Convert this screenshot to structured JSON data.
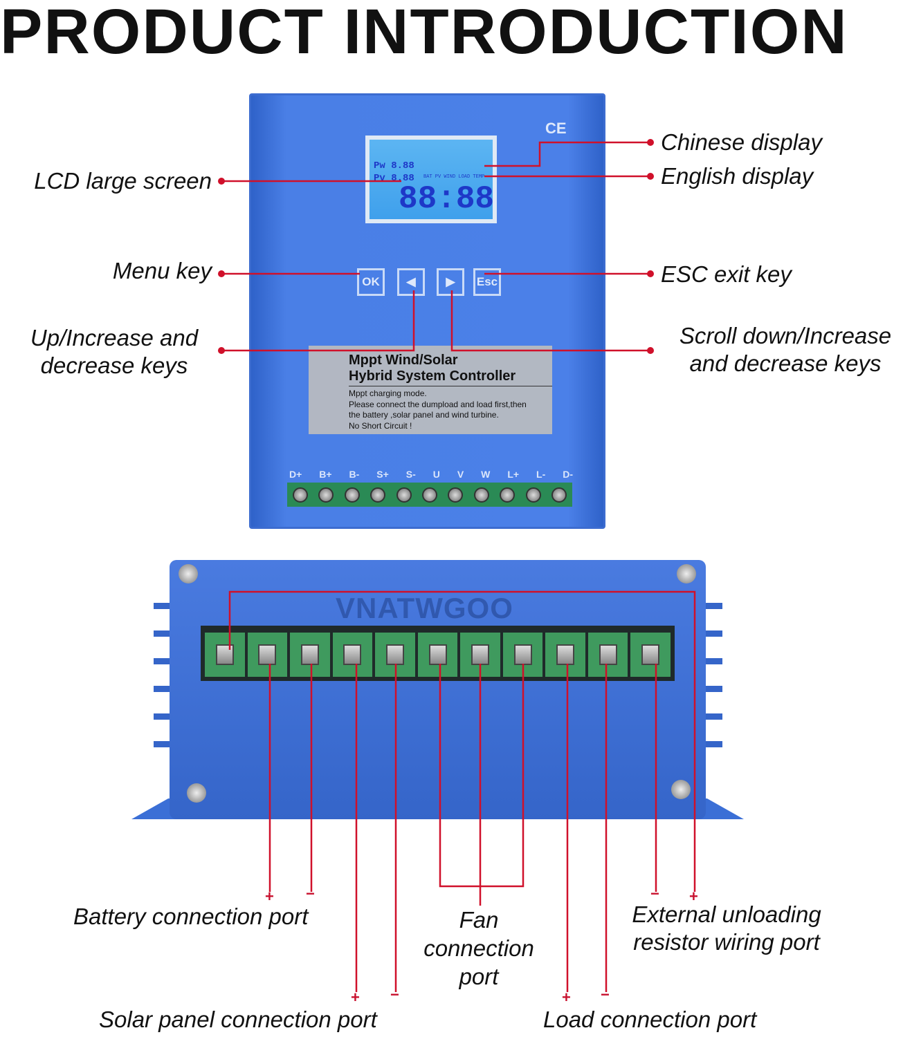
{
  "title": "PRODUCT INTRODUCTION",
  "front_device": {
    "ce_mark": "CE",
    "lcd": {
      "row1": "Pw 8.88",
      "row2": "Pv 8.88",
      "big_digits": "88:88",
      "english_line": "BAT PV WIND LOAD TEMP"
    },
    "keys": [
      "OK",
      "◀",
      "▶",
      "Esc"
    ],
    "plate": {
      "heading_line1": "Mppt Wind/Solar",
      "heading_line2": "Hybrid System Controller",
      "body": [
        "Mppt charging mode.",
        "Please connect the dumpload and load first,then",
        "the battery ,solar panel and wind turbine.",
        "No Short Circuit !"
      ]
    },
    "terminal_labels": [
      "D+",
      "B+",
      "B-",
      "S+",
      "S-",
      "U",
      "V",
      "W",
      "L+",
      "L-",
      "D-"
    ]
  },
  "callouts_front": {
    "lcd": "LCD large screen",
    "chinese": "Chinese display",
    "english": "English display",
    "menu": "Menu key",
    "esc": "ESC exit key",
    "up_line1": "Up/Increase and",
    "up_line2": "decrease keys",
    "down_line1": "Scroll down/Increase",
    "down_line2": "and decrease keys"
  },
  "back_device": {
    "brand": "VNATWGOO"
  },
  "callouts_back": {
    "battery": "Battery connection port",
    "fan_line1": "Fan",
    "fan_line2": "connection",
    "fan_line3": "port",
    "external_line1": "External unloading",
    "external_line2": "resistor wiring port",
    "solar": "Solar panel connection port",
    "load": "Load connection port",
    "plus": "+",
    "minus": "−"
  },
  "colors": {
    "callout_line": "#d0102a",
    "device_blue": "#4a7fe6",
    "terminal_green": "#3f9a5e"
  }
}
